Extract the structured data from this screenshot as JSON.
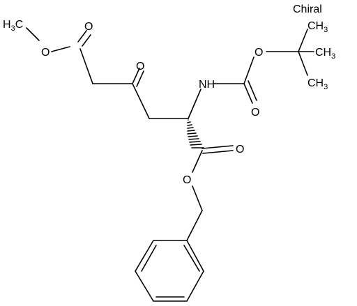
{
  "figure": {
    "chiral_flag": "Chiral",
    "atoms": {
      "methyl_ester_ch3": {
        "main": "H",
        "sub": "3",
        "tail": "C"
      },
      "ester_o_single": "O",
      "ester_o_double": "O",
      "ketone_o": "O",
      "nh": "NH",
      "carbamate_o_single": "O",
      "carbamate_o_double": "O",
      "tbu_ch3_top": {
        "main": "CH",
        "sub": "3"
      },
      "tbu_ch3_mid": {
        "main": "CH",
        "sub": "3"
      },
      "tbu_ch3_bot": {
        "main": "CH",
        "sub": "3"
      },
      "benzyl_ester_o_double": "O",
      "benzyl_ester_o_single": "O"
    }
  }
}
